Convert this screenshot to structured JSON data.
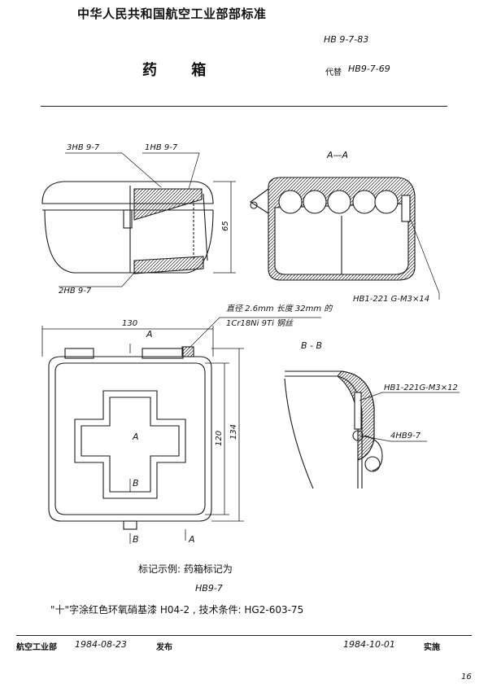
{
  "header": {
    "org_title": "中华人民共和国航空工业部部标准",
    "std_number": "HB 9-7-83",
    "doc_title": "药 箱",
    "replaces_label": "代替",
    "replaces_number": "HB9-7-69"
  },
  "drawing": {
    "callouts": {
      "part_3": "3HB 9-7",
      "part_1": "1HB 9-7",
      "part_2": "2HB 9-7",
      "section_aa": "A—A",
      "screw_aa": "HB1-221 G-M3×14",
      "wire_note_line1": "直径 2.6mm 长度 32mm 的",
      "wire_note_line2": "1Cr18Ni 9Ti 钢丝",
      "section_bb": "B - B",
      "screw_bb": "HB1-221G-M3×12",
      "part_4": "4HB9-7"
    },
    "dimensions": {
      "height_65": "65",
      "width_130": "130",
      "height_120": "120",
      "height_134": "134"
    },
    "section_marks": {
      "a": "A",
      "b": "B"
    }
  },
  "marking": {
    "example_label": "标记示例: 药箱标记为",
    "example_value": "HB9-7",
    "note": "\"十\"字涂红色环氧硝基漆 H04-2 , 技术条件: HG2-603-75"
  },
  "footer": {
    "issuer": "航空工业部",
    "issue_date": "1984-08-23",
    "issue_label": "发布",
    "effective_date": "1984-10-01",
    "effective_label": "实施",
    "page_number": "16"
  }
}
